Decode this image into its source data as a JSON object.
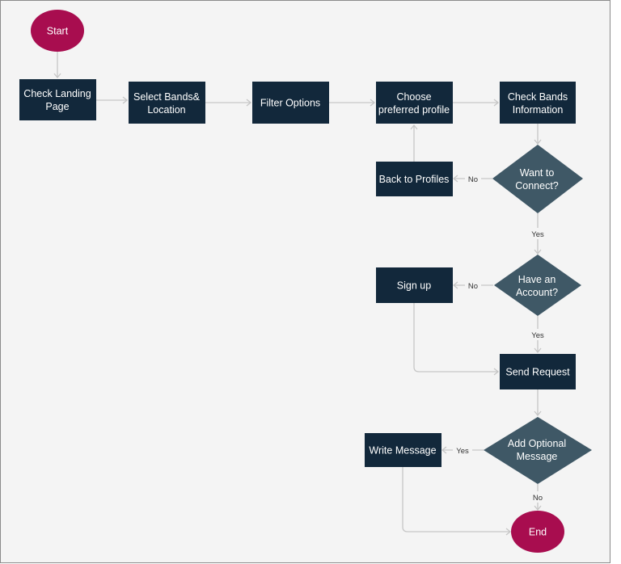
{
  "diagram": {
    "nodes": {
      "start": {
        "label": "Start"
      },
      "check_landing": {
        "line1": "Check Landing",
        "line2": "Page"
      },
      "select_bands": {
        "line1": "Select Bands&",
        "line2": "Location"
      },
      "filter_options": {
        "label": "Filter Options"
      },
      "choose_profile": {
        "line1": "Choose",
        "line2": "preferred profile"
      },
      "check_bands_info": {
        "line1": "Check Bands",
        "line2": "Information"
      },
      "want_to_connect": {
        "line1": "Want to",
        "line2": "Connect?"
      },
      "back_to_profiles": {
        "label": "Back to Profiles"
      },
      "have_account": {
        "line1": "Have an",
        "line2": "Account?"
      },
      "sign_up": {
        "label": "Sign up"
      },
      "send_request": {
        "label": "Send Request"
      },
      "add_optional_message": {
        "line1": "Add Optional",
        "line2": "Message"
      },
      "write_message": {
        "label": "Write Message"
      },
      "end": {
        "label": "End"
      }
    },
    "edges": {
      "connect_no": "No",
      "connect_yes": "Yes",
      "account_no": "No",
      "account_yes": "Yes",
      "message_yes": "Yes",
      "message_no": "No"
    }
  }
}
